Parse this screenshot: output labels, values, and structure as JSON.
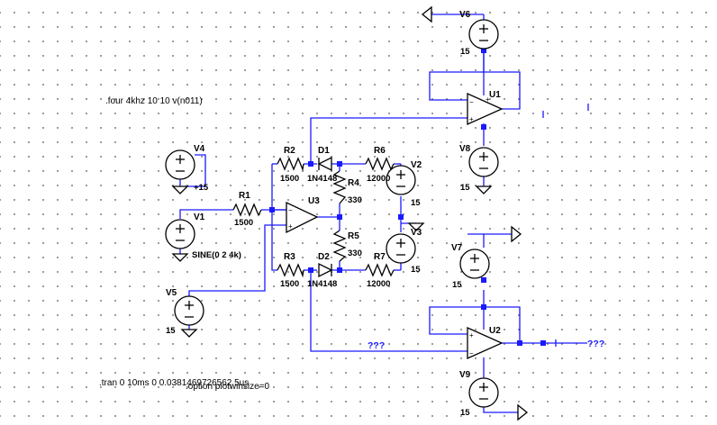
{
  "directives": {
    "four": ".four 4khz 10 10 v(n011)",
    "tran": ".tran 0 10ms 0 0.0381469726562 5us",
    "options": ".option plotwinsize=0"
  },
  "components": {
    "V6": {
      "ref": "V6",
      "value": "15"
    },
    "V8": {
      "ref": "V8",
      "value": "15"
    },
    "V4": {
      "ref": "V4",
      "value": "+15"
    },
    "V1": {
      "ref": "V1",
      "value": "SINE(0 2 4k)"
    },
    "V5": {
      "ref": "V5",
      "value": "15"
    },
    "V2": {
      "ref": "V2",
      "value": "15"
    },
    "V3": {
      "ref": "V3",
      "value": "15"
    },
    "V7": {
      "ref": "V7",
      "value": "15"
    },
    "V9": {
      "ref": "V9",
      "value": "15"
    },
    "R1": {
      "ref": "R1",
      "value": "1500"
    },
    "R2": {
      "ref": "R2",
      "value": "1500"
    },
    "R3": {
      "ref": "R3",
      "value": "1500"
    },
    "R4": {
      "ref": "R4",
      "value": "330"
    },
    "R5": {
      "ref": "R5",
      "value": "330"
    },
    "R6": {
      "ref": "R6",
      "value": "12000"
    },
    "R7": {
      "ref": "R7",
      "value": "12000"
    },
    "D1": {
      "ref": "D1",
      "value": "1N4148"
    },
    "D2": {
      "ref": "D2",
      "value": "1N4148"
    },
    "U1": {
      "ref": "U1"
    },
    "U2": {
      "ref": "U2"
    },
    "U3": {
      "ref": "U3"
    }
  },
  "nets": {
    "net1": "???",
    "net2": "???"
  }
}
